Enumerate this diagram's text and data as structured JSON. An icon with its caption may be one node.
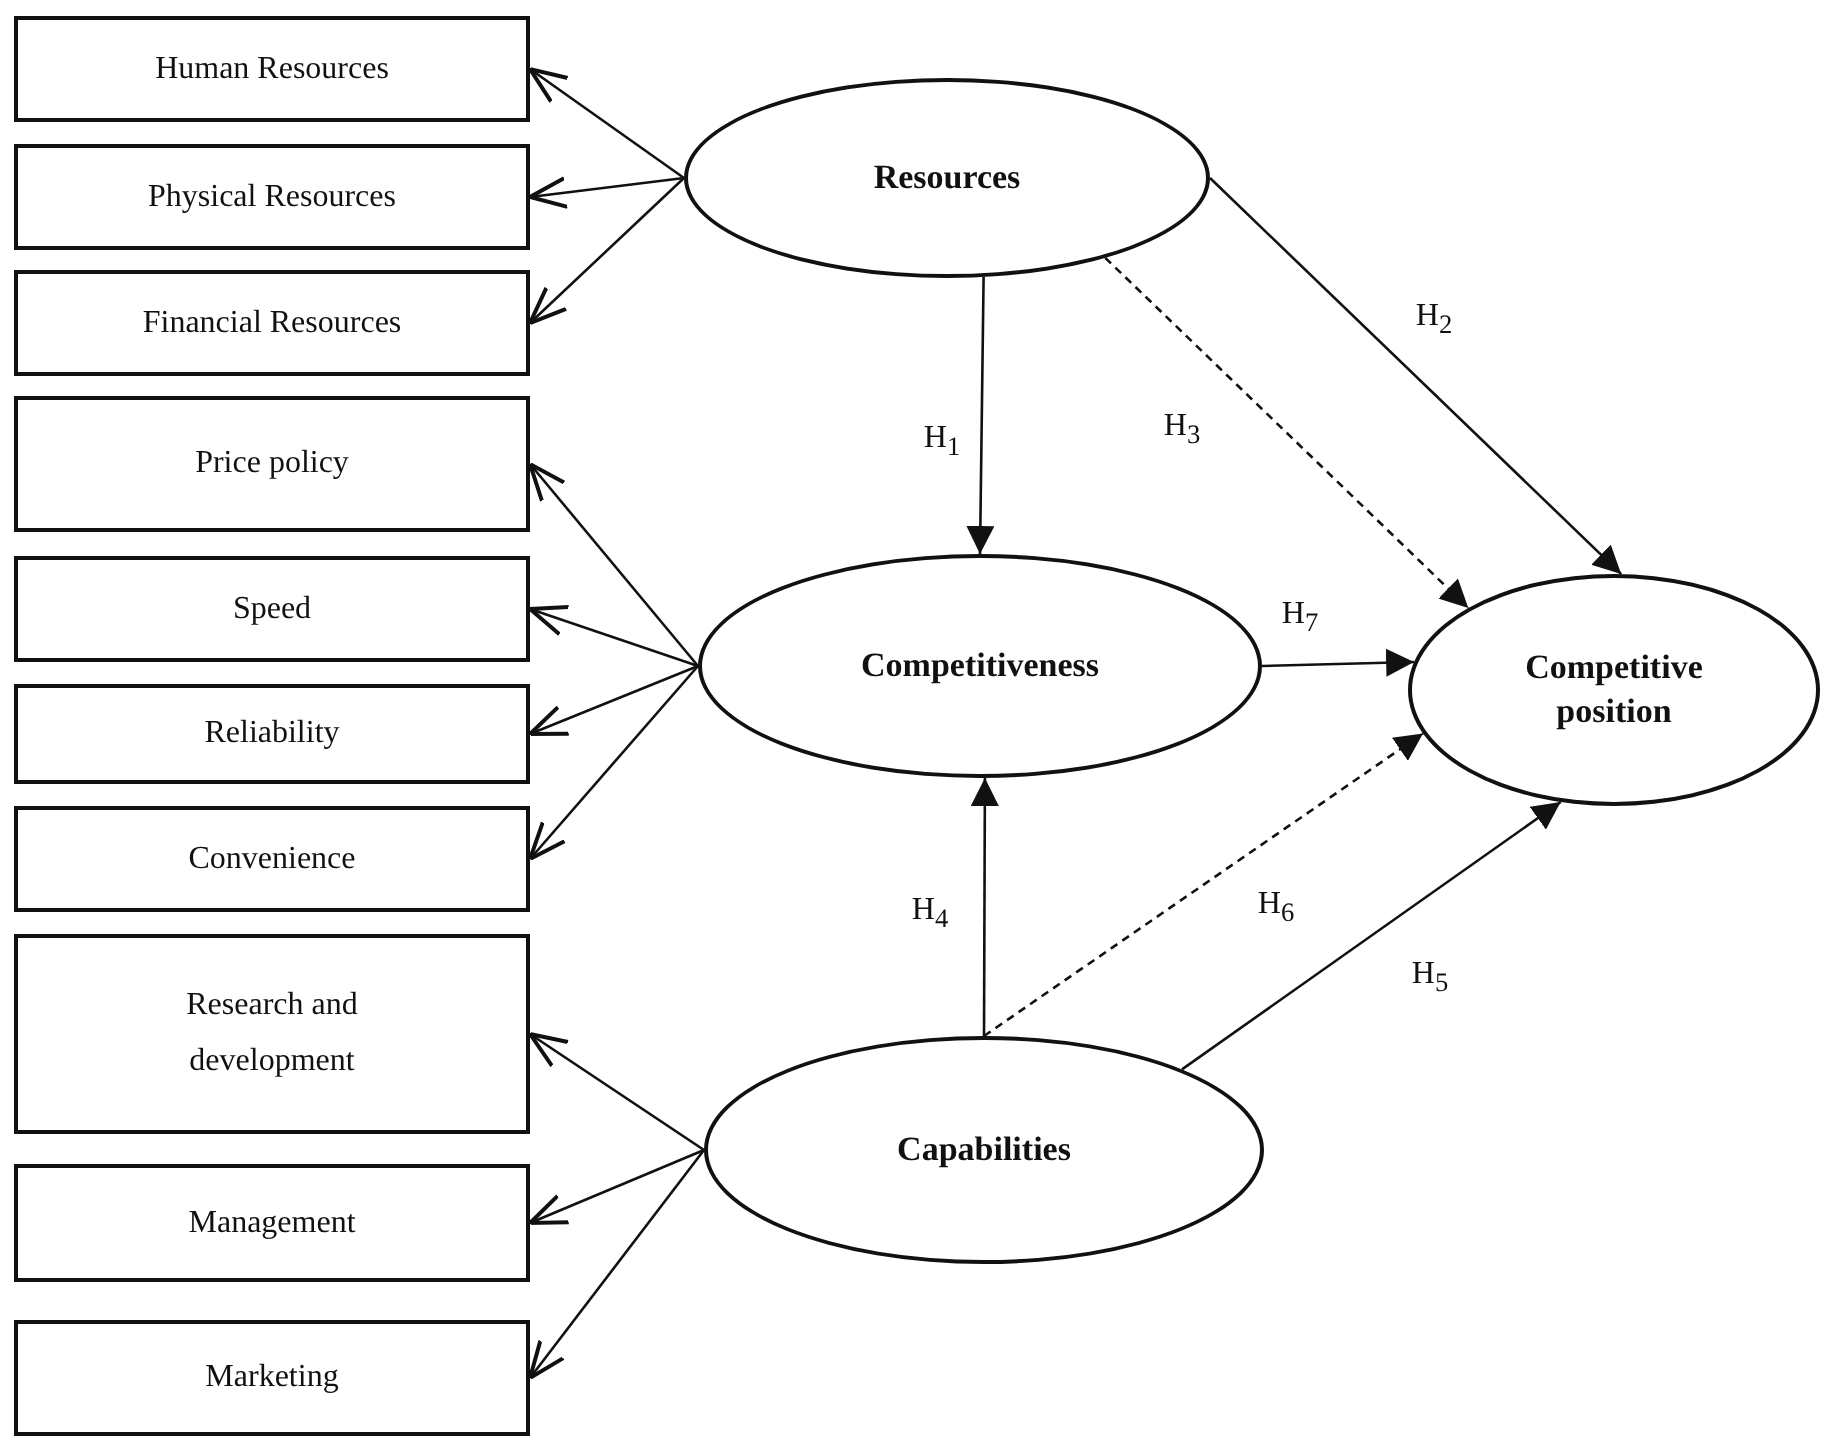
{
  "diagram": {
    "nodes": [
      {
        "text": [
          "Human Resources"
        ]
      },
      {
        "text": [
          "Physical Resources"
        ]
      },
      {
        "text": [
          "Financial Resources"
        ]
      },
      {
        "text": [
          "Price policy"
        ]
      },
      {
        "text": [
          "Speed"
        ]
      },
      {
        "text": [
          "Reliability"
        ]
      },
      {
        "text": [
          "Convenience"
        ]
      },
      {
        "text": [
          "Research and development"
        ]
      },
      {
        "text": [
          "Management"
        ]
      },
      {
        "text": [
          "Marketing"
        ]
      },
      {
        "text": [
          "Resources"
        ]
      },
      {
        "text": [
          "Competitiveness"
        ]
      },
      {
        "text": [
          "Capabilities"
        ]
      },
      {
        "text": [
          "Competitive position"
        ]
      }
    ],
    "edges": [
      {
        "from": 10,
        "to": 0,
        "arrow": "to"
      },
      {
        "from": 10,
        "to": 1,
        "arrow": "to"
      },
      {
        "from": 10,
        "to": 2,
        "arrow": "to"
      },
      {
        "from": 11,
        "to": 3,
        "arrow": "to"
      },
      {
        "from": 11,
        "to": 4,
        "arrow": "to"
      },
      {
        "from": 11,
        "to": 5,
        "arrow": "to"
      },
      {
        "from": 11,
        "to": 6,
        "arrow": "to"
      },
      {
        "from": 12,
        "to": 7,
        "arrow": "to"
      },
      {
        "from": 12,
        "to": 8,
        "arrow": "to"
      },
      {
        "from": 12,
        "to": 9,
        "arrow": "to"
      },
      {
        "from": 10,
        "to": 11,
        "arrow": "to",
        "label": "H$_{1}$"
      },
      {
        "from": 10,
        "to": 13,
        "arrow": "to",
        "label": "H$_{2}$"
      },
      {
        "from": 10,
        "to": 13,
        "arrow": "to",
        "label": "H$_{3}$",
        "style": "dashed"
      },
      {
        "from": 12,
        "to": 11,
        "arrow": "to",
        "label": "H$_{4}$"
      },
      {
        "from": 12,
        "to": 13,
        "arrow": "to",
        "label": "H$_{5}$"
      },
      {
        "from": 12,
        "to": 13,
        "arrow": "to",
        "label": "H$_{6}$",
        "style": "dashed"
      },
      {
        "from": 11,
        "to": 13,
        "arrow": "to",
        "label": "H$_{7}$"
      }
    ]
  }
}
